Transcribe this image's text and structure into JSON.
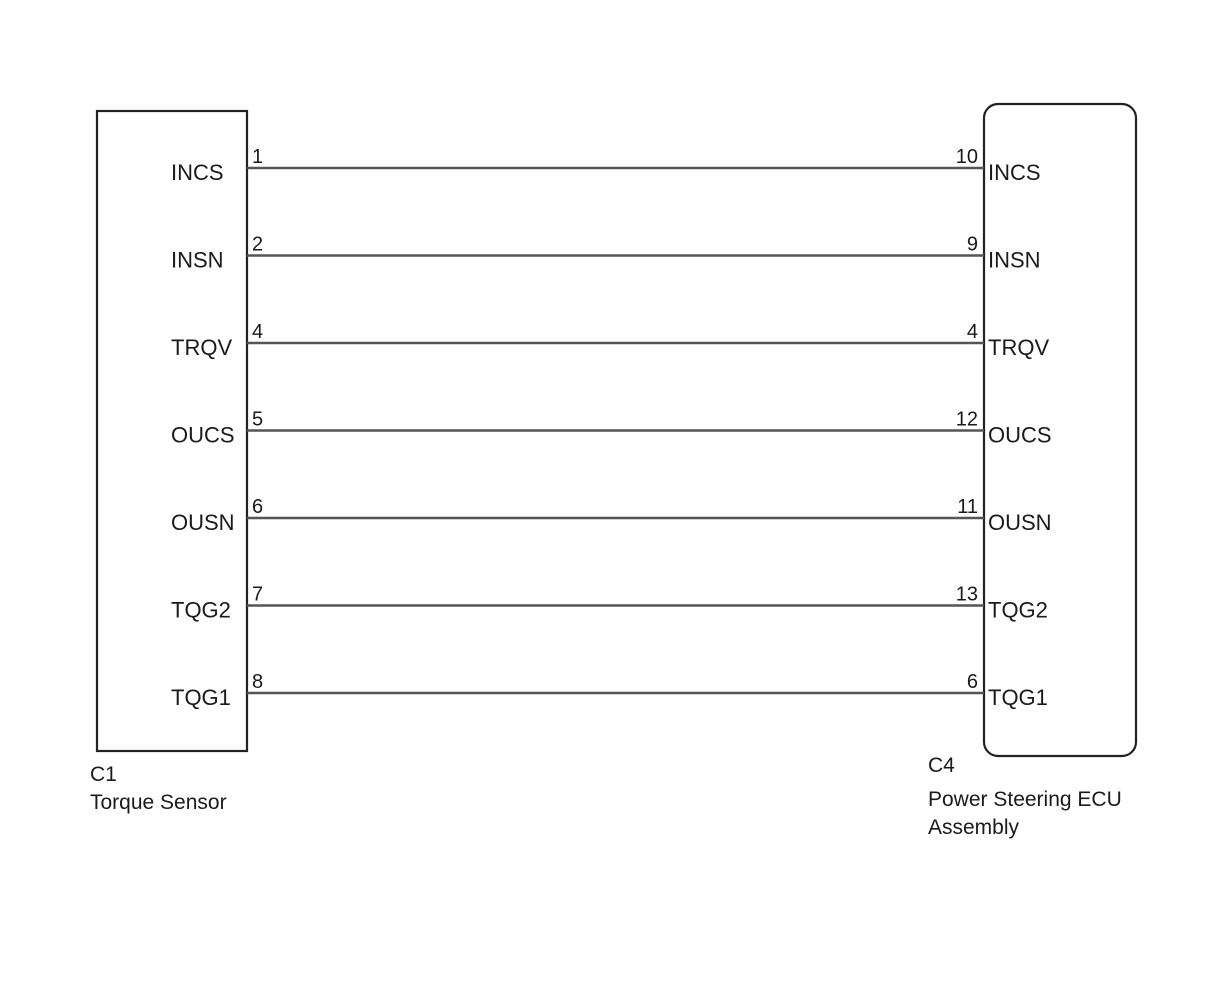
{
  "left_component": {
    "code": "C1",
    "name": "Torque Sensor"
  },
  "right_component": {
    "code": "C4",
    "name_line1": "Power Steering ECU",
    "name_line2": "Assembly"
  },
  "connections": [
    {
      "signal": "INCS",
      "left_pin": "1",
      "right_pin": "10"
    },
    {
      "signal": "INSN",
      "left_pin": "2",
      "right_pin": "9"
    },
    {
      "signal": "TRQV",
      "left_pin": "4",
      "right_pin": "4"
    },
    {
      "signal": "OUCS",
      "left_pin": "5",
      "right_pin": "12"
    },
    {
      "signal": "OUSN",
      "left_pin": "6",
      "right_pin": "11"
    },
    {
      "signal": "TQG2",
      "left_pin": "7",
      "right_pin": "13"
    },
    {
      "signal": "TQG1",
      "left_pin": "8",
      "right_pin": "6"
    }
  ]
}
